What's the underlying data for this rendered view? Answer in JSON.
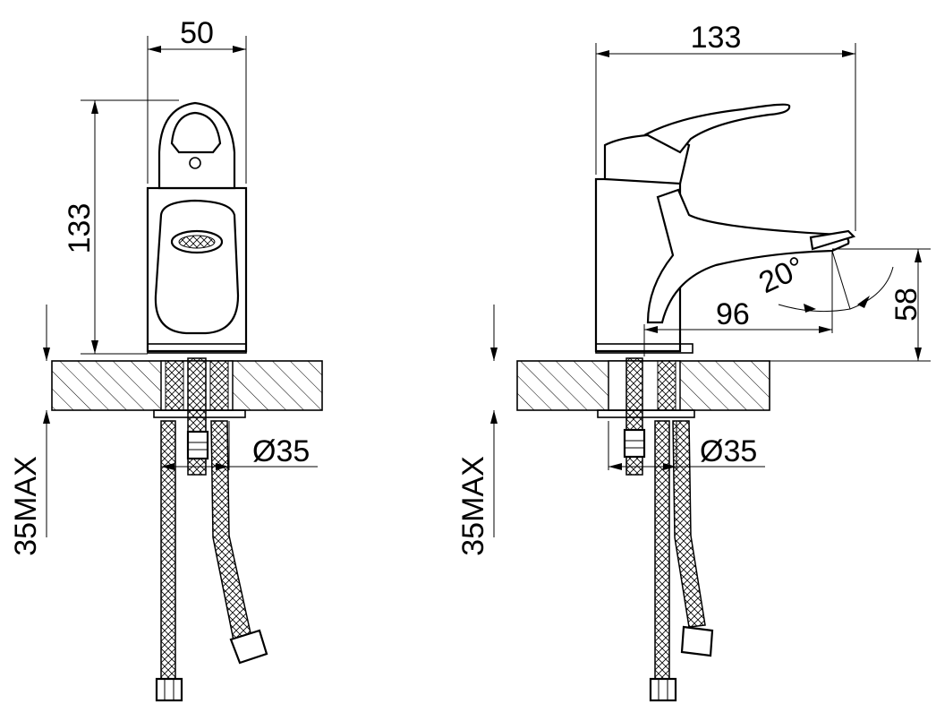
{
  "front_view": {
    "width_label": "50",
    "height_label": "133",
    "hole_label": "Ø35",
    "thickness_label": "35MAX"
  },
  "side_view": {
    "length_label": "133",
    "spout_reach_label": "96",
    "spout_height_label": "58",
    "angle_label": "20°",
    "hole_label": "Ø35",
    "thickness_label": "35MAX"
  }
}
